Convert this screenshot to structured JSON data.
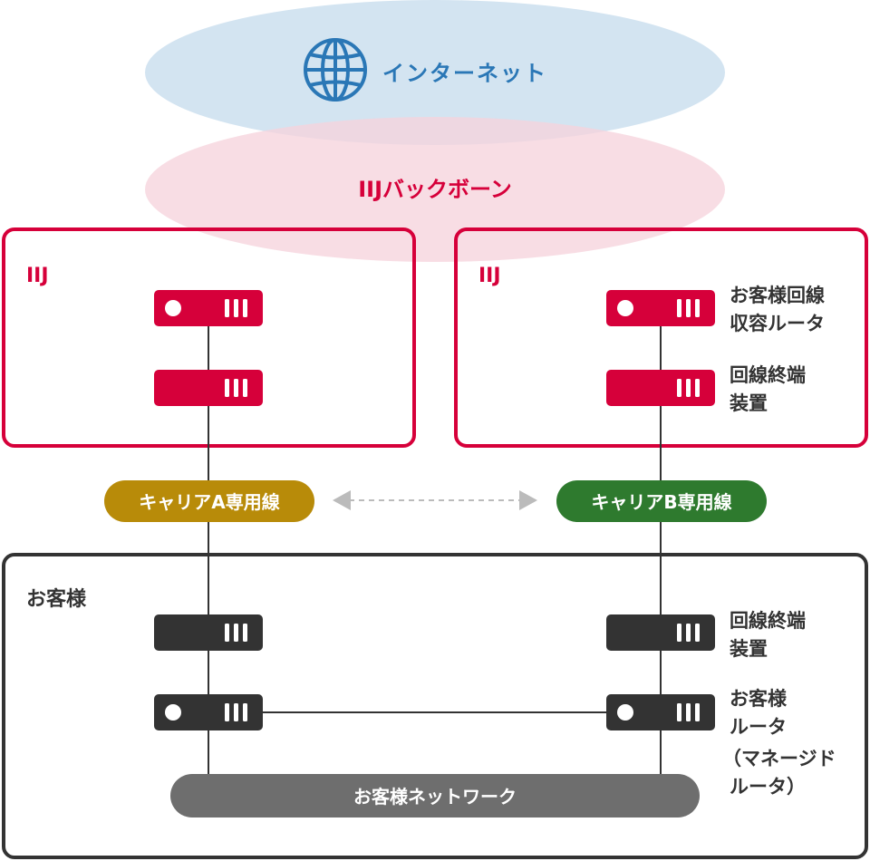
{
  "internet": {
    "label": "インターネット",
    "icon": "globe-icon"
  },
  "backbone": {
    "label": "IIJバックボーン"
  },
  "iij_left": {
    "label": "IIJ"
  },
  "iij_right": {
    "label": "IIJ",
    "router_label": [
      "お客様回線",
      "収容ルータ"
    ],
    "terminal_label": [
      "回線終端",
      "装置"
    ]
  },
  "carrier_a": {
    "label": "キャリアA専用線"
  },
  "carrier_b": {
    "label": "キャリアB専用線"
  },
  "customer": {
    "label": "お客様",
    "terminal_label": [
      "回線終端",
      "装置"
    ],
    "router_label": [
      "お客様",
      "ルータ",
      "（マネージド",
      "ルータ）"
    ],
    "network_label": "お客様ネットワーク"
  },
  "colors": {
    "iij_red": "#d6003a",
    "internet_fill": "#d3e4f1",
    "internet_blue": "#2a77b6",
    "backbone_fill": "#f9dbe2",
    "carrier_a": "#b88b09",
    "carrier_b": "#2e7a2e",
    "customer_dark": "#333333",
    "network_gray": "#6e6e6e"
  }
}
